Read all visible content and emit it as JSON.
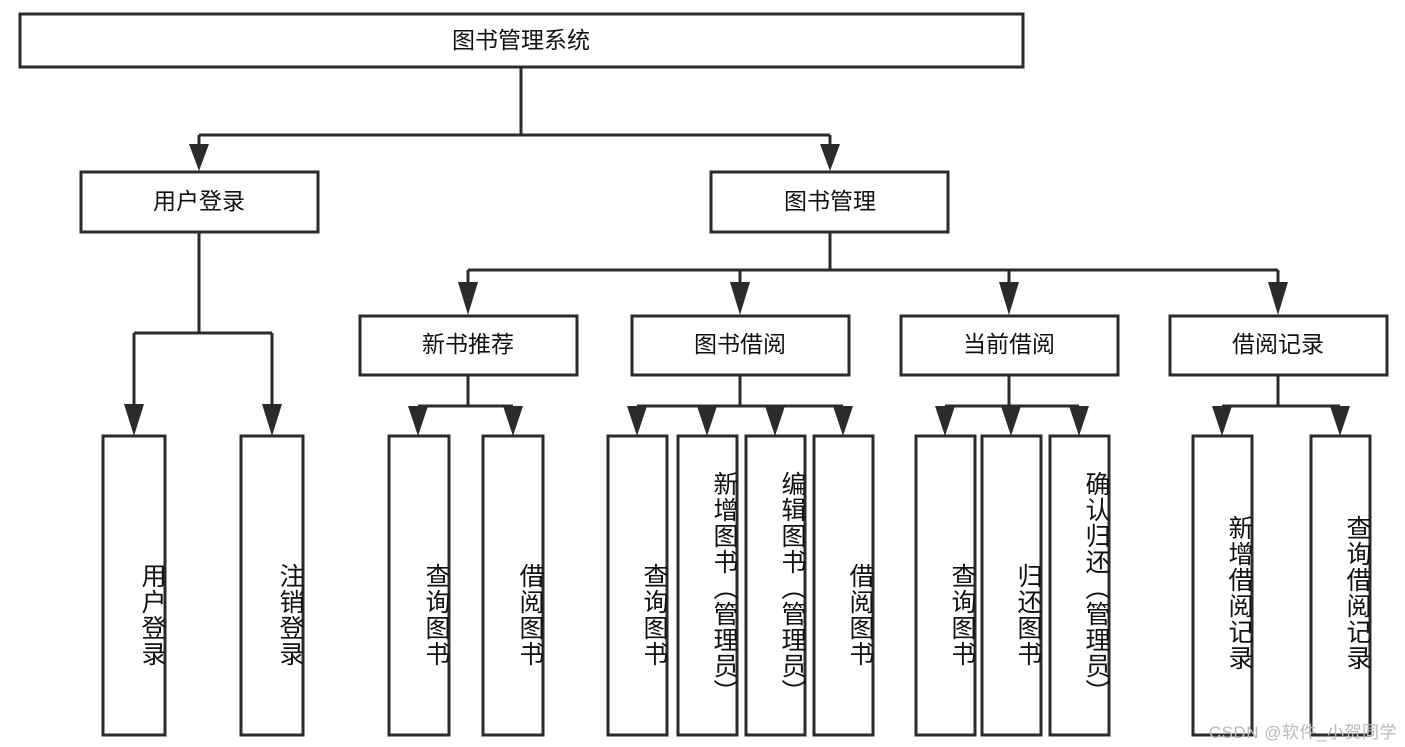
{
  "diagram": {
    "type": "tree-hierarchy-chart",
    "title": "图书管理系统",
    "background_color": "#ffffff",
    "line_color": "#2b2b2b",
    "box_fill": "#ffffff",
    "text_color": "#111111",
    "root": {
      "id": "root",
      "label": "图书管理系统",
      "orientation": "horizontal"
    },
    "level2": [
      {
        "id": "user-login",
        "label": "用户登录",
        "orientation": "horizontal"
      },
      {
        "id": "book-management",
        "label": "图书管理",
        "orientation": "horizontal"
      }
    ],
    "level3": [
      {
        "id": "new-book-recommend",
        "label": "新书推荐",
        "parent": "book-management",
        "orientation": "horizontal"
      },
      {
        "id": "book-borrow",
        "label": "图书借阅",
        "parent": "book-management",
        "orientation": "horizontal"
      },
      {
        "id": "current-borrow",
        "label": "当前借阅",
        "parent": "book-management",
        "orientation": "horizontal"
      },
      {
        "id": "borrow-record",
        "label": "借阅记录",
        "parent": "book-management",
        "orientation": "horizontal"
      }
    ],
    "leaves": [
      {
        "id": "leaf-user-login",
        "label": "用户登录",
        "parent": "user-login",
        "orientation": "vertical"
      },
      {
        "id": "leaf-user-logout",
        "label": "注销登录",
        "parent": "user-login",
        "orientation": "vertical"
      },
      {
        "id": "leaf-query-book-1",
        "label": "查询图书",
        "parent": "new-book-recommend",
        "orientation": "vertical"
      },
      {
        "id": "leaf-borrow-book-1",
        "label": "借阅图书",
        "parent": "new-book-recommend",
        "orientation": "vertical"
      },
      {
        "id": "leaf-query-book-2",
        "label": "查询图书",
        "parent": "book-borrow",
        "orientation": "vertical"
      },
      {
        "id": "leaf-add-book",
        "label": "新增图书（管理员）",
        "parent": "book-borrow",
        "orientation": "vertical"
      },
      {
        "id": "leaf-edit-book",
        "label": "编辑图书（管理员）",
        "parent": "book-borrow",
        "orientation": "vertical"
      },
      {
        "id": "leaf-borrow-book-2",
        "label": "借阅图书",
        "parent": "book-borrow",
        "orientation": "vertical"
      },
      {
        "id": "leaf-query-book-3",
        "label": "查询图书",
        "parent": "current-borrow",
        "orientation": "vertical"
      },
      {
        "id": "leaf-return-book",
        "label": "归还图书",
        "parent": "current-borrow",
        "orientation": "vertical"
      },
      {
        "id": "leaf-confirm-return",
        "label": "确认归还（管理员）",
        "parent": "current-borrow",
        "orientation": "vertical"
      },
      {
        "id": "leaf-add-record",
        "label": "新增借阅记录",
        "parent": "borrow-record",
        "orientation": "vertical"
      },
      {
        "id": "leaf-query-record",
        "label": "查询借阅记录",
        "parent": "borrow-record",
        "orientation": "vertical"
      }
    ],
    "watermark": "CSDN @软件_小贺同学"
  }
}
